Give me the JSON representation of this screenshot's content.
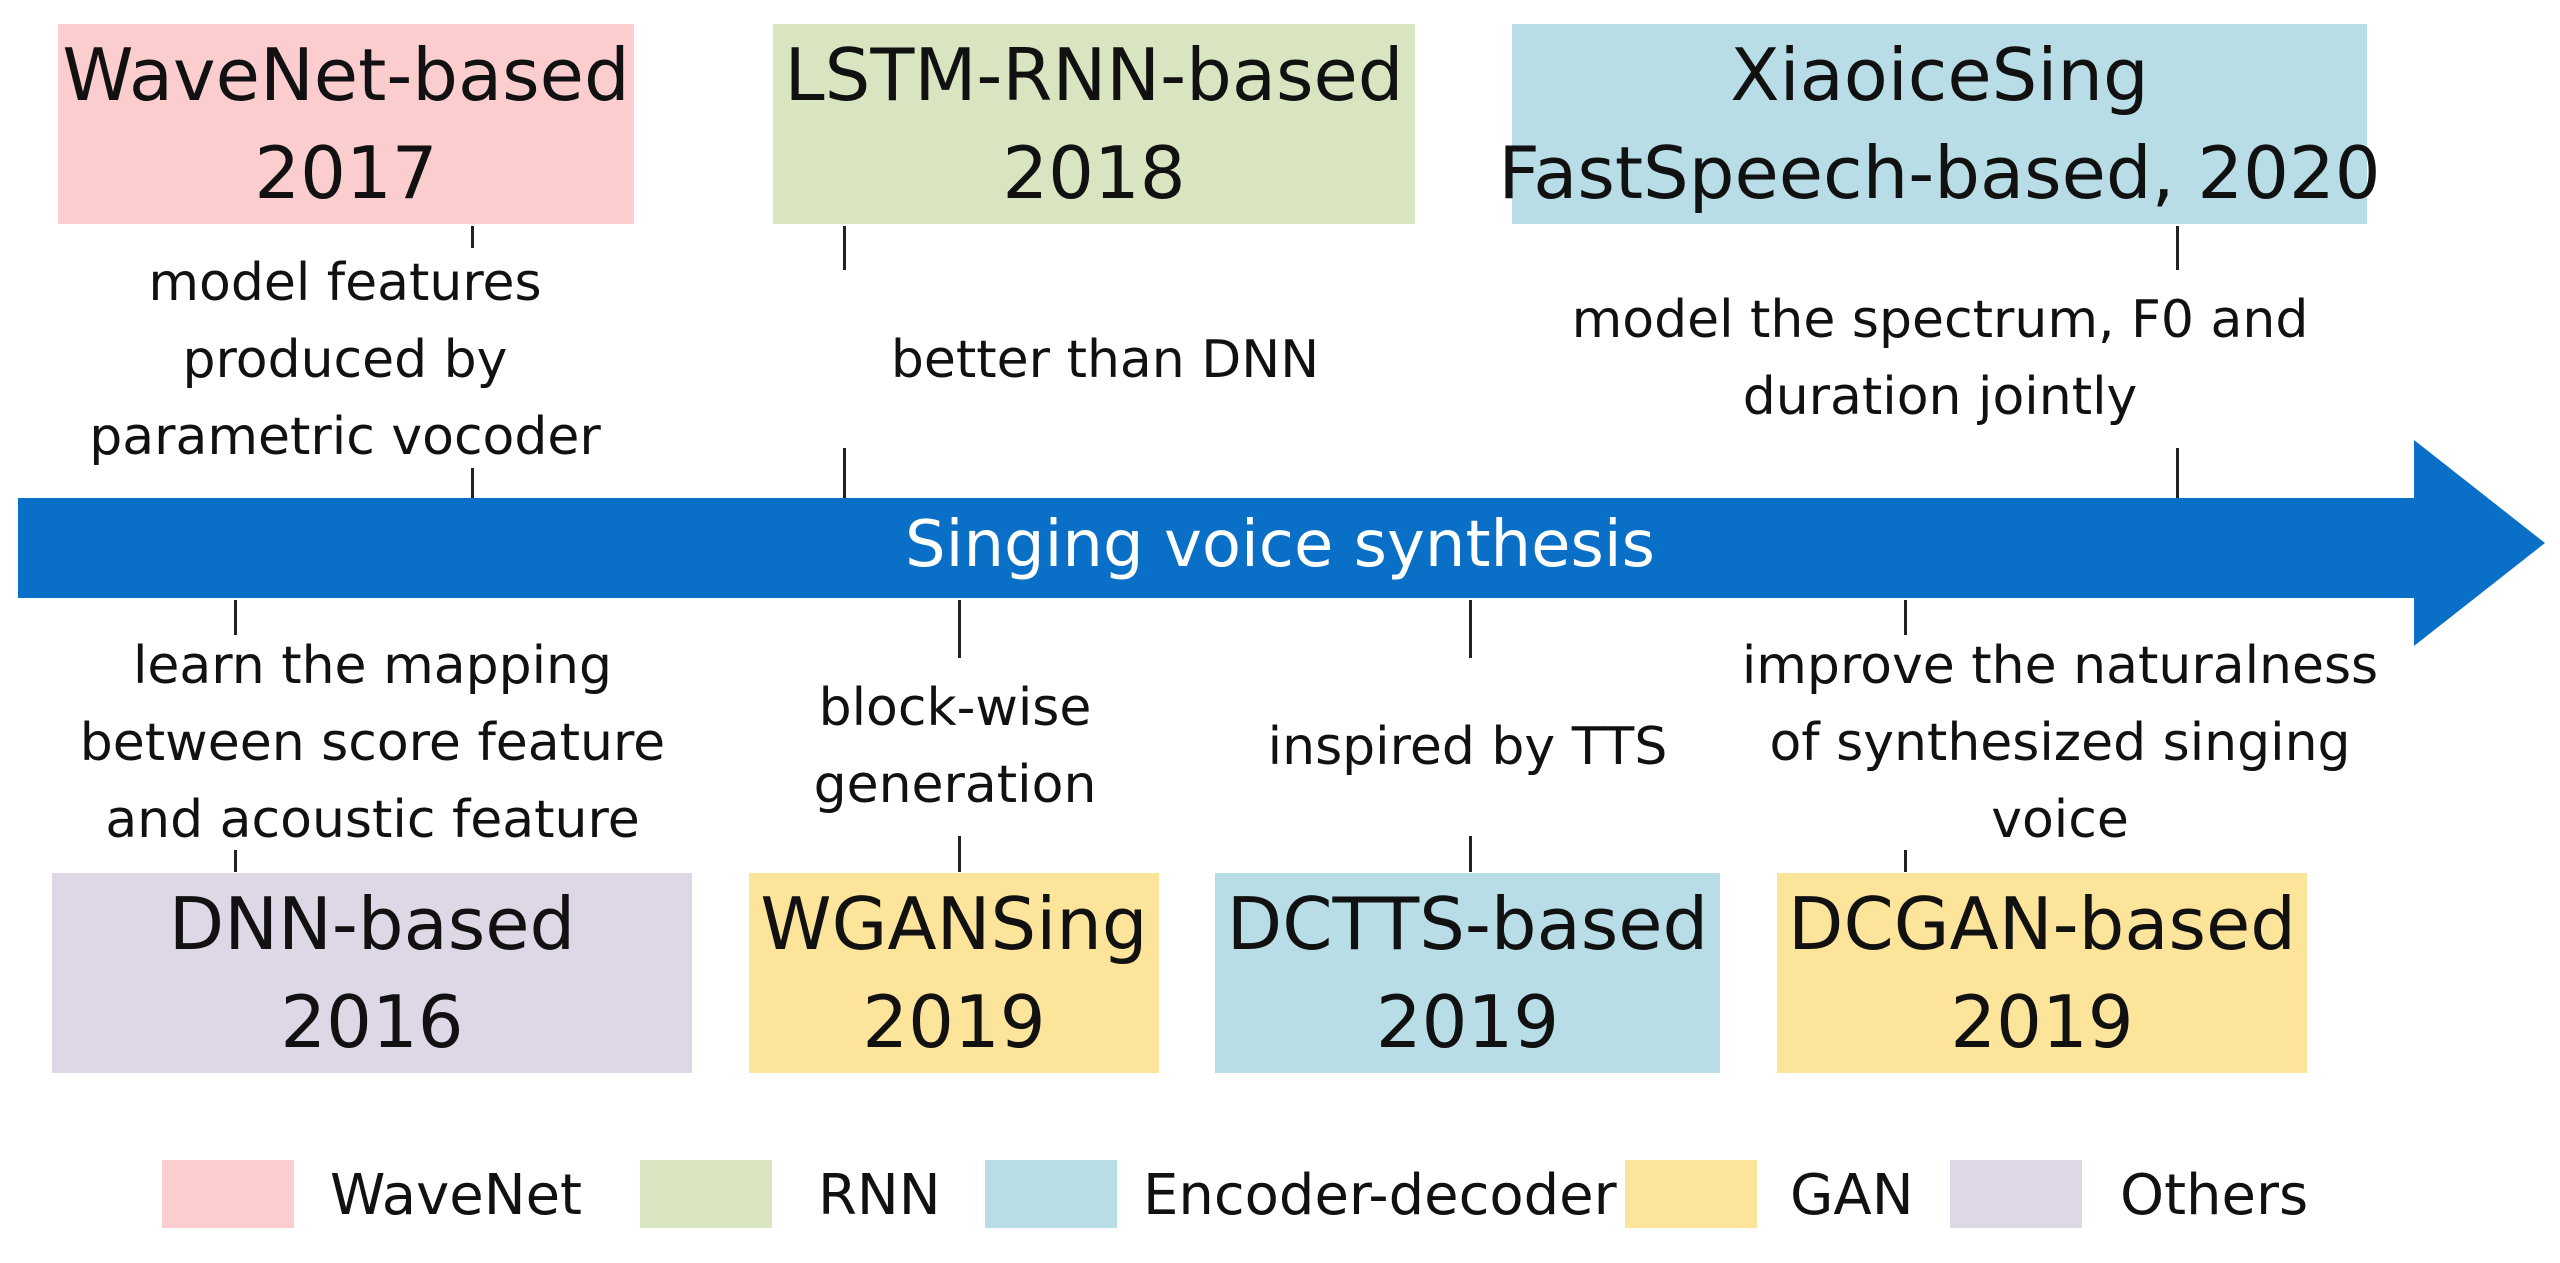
{
  "colors": {
    "wavenet": "#fbcdcf",
    "rnn": "#d8e5c0",
    "encoder_decoder": "#b8dde6",
    "gan": "#fce59b",
    "others": "#ddd7e6",
    "arrow": "#0a6fc6"
  },
  "arrow": {
    "label": "Singing voice synthesis"
  },
  "top": [
    {
      "lines": [
        "WaveNet-based",
        "2017"
      ],
      "category": "wavenet",
      "note": [
        "model features",
        "produced by",
        "parametric vocoder"
      ]
    },
    {
      "lines": [
        "LSTM-RNN-based",
        "2018"
      ],
      "category": "rnn",
      "note": [
        "better than DNN"
      ]
    },
    {
      "lines": [
        "XiaoiceSing",
        "FastSpeech-based, 2020"
      ],
      "category": "encoder_decoder",
      "note": [
        "model the spectrum, F0 and",
        "duration jointly"
      ]
    }
  ],
  "bottom": [
    {
      "lines": [
        "DNN-based",
        "2016"
      ],
      "category": "others",
      "note": [
        "learn the mapping",
        "between score feature",
        "and acoustic feature"
      ]
    },
    {
      "lines": [
        "WGANSing",
        "2019"
      ],
      "category": "gan",
      "note": [
        "block-wise",
        "generation"
      ]
    },
    {
      "lines": [
        "DCTTS-based",
        "2019"
      ],
      "category": "encoder_decoder",
      "note": [
        "inspired by TTS"
      ]
    },
    {
      "lines": [
        "DCGAN-based",
        "2019"
      ],
      "category": "gan",
      "note": [
        "improve the naturalness",
        "of synthesized singing",
        "voice"
      ]
    }
  ],
  "legend": [
    {
      "label": "WaveNet",
      "category": "wavenet"
    },
    {
      "label": "RNN",
      "category": "rnn"
    },
    {
      "label": "Encoder-decoder",
      "category": "encoder_decoder"
    },
    {
      "label": "GAN",
      "category": "gan"
    },
    {
      "label": "Others",
      "category": "others"
    }
  ]
}
